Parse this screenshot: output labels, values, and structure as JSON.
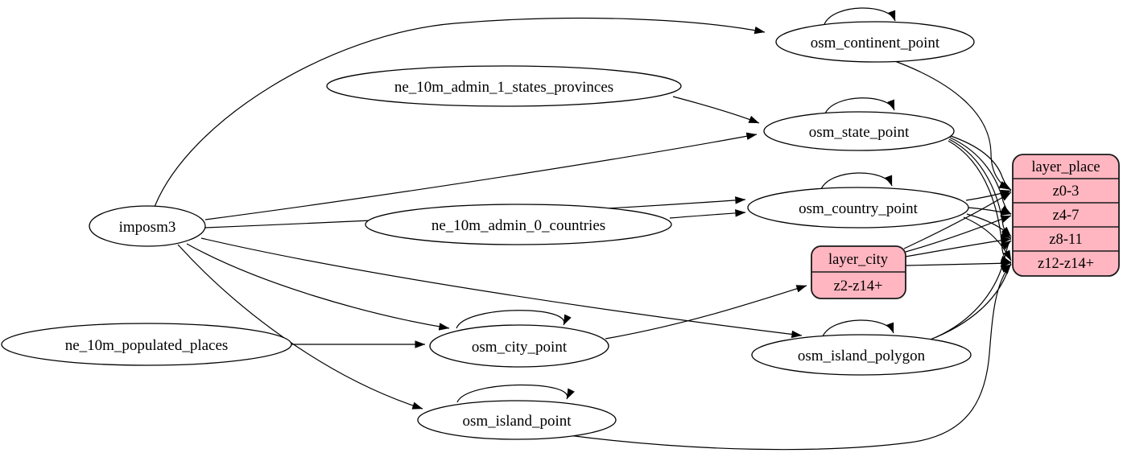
{
  "diagram": {
    "type": "graphviz-etl-graph",
    "colors": {
      "background": "#ffffff",
      "table_node_fill": "#ffffff",
      "layer_record_fill": "#ffb6c1",
      "stroke": "#000000",
      "text": "#000000"
    },
    "nodes": {
      "imposm3": "imposm3",
      "ne_10m_admin_1_states_provinces": "ne_10m_admin_1_states_provinces",
      "ne_10m_admin_0_countries": "ne_10m_admin_0_countries",
      "ne_10m_populated_places": "ne_10m_populated_places",
      "osm_continent_point": "osm_continent_point",
      "osm_state_point": "osm_state_point",
      "osm_country_point": "osm_country_point",
      "osm_city_point": "osm_city_point",
      "osm_island_polygon": "osm_island_polygon",
      "osm_island_point": "osm_island_point"
    },
    "records": {
      "layer_place": {
        "title": "layer_place",
        "rows": [
          "z0-3",
          "z4-7",
          "z8-11",
          "z12-z14+"
        ]
      },
      "layer_city": {
        "title": "layer_city",
        "rows": [
          "z2-z14+"
        ]
      }
    },
    "edges": [
      {
        "from": "imposm3",
        "to": "osm_continent_point"
      },
      {
        "from": "imposm3",
        "to": "osm_state_point"
      },
      {
        "from": "imposm3",
        "to": "osm_country_point"
      },
      {
        "from": "imposm3",
        "to": "osm_city_point"
      },
      {
        "from": "imposm3",
        "to": "osm_island_polygon"
      },
      {
        "from": "imposm3",
        "to": "osm_island_point"
      },
      {
        "from": "ne_10m_admin_1_states_provinces",
        "to": "osm_state_point"
      },
      {
        "from": "ne_10m_admin_0_countries",
        "to": "osm_country_point"
      },
      {
        "from": "ne_10m_populated_places",
        "to": "osm_city_point"
      },
      {
        "from": "osm_continent_point",
        "to": "osm_continent_point"
      },
      {
        "from": "osm_state_point",
        "to": "osm_state_point"
      },
      {
        "from": "osm_country_point",
        "to": "osm_country_point"
      },
      {
        "from": "osm_city_point",
        "to": "osm_city_point"
      },
      {
        "from": "osm_island_polygon",
        "to": "osm_island_polygon"
      },
      {
        "from": "osm_island_point",
        "to": "osm_island_point"
      },
      {
        "from": "osm_city_point",
        "to": "layer_city",
        "row": "z2-z14+"
      },
      {
        "from": "osm_continent_point",
        "to": "layer_place",
        "row": "z0-3"
      },
      {
        "from": "osm_state_point",
        "to": "layer_place",
        "row": "z0-3"
      },
      {
        "from": "osm_state_point",
        "to": "layer_place",
        "row": "z4-7"
      },
      {
        "from": "osm_state_point",
        "to": "layer_place",
        "row": "z8-11"
      },
      {
        "from": "osm_state_point",
        "to": "layer_place",
        "row": "z12-z14+"
      },
      {
        "from": "osm_country_point",
        "to": "layer_place",
        "row": "z0-3"
      },
      {
        "from": "osm_country_point",
        "to": "layer_place",
        "row": "z4-7"
      },
      {
        "from": "osm_country_point",
        "to": "layer_place",
        "row": "z8-11"
      },
      {
        "from": "osm_country_point",
        "to": "layer_place",
        "row": "z12-z14+"
      },
      {
        "from": "osm_island_polygon",
        "to": "layer_place",
        "row": "z8-11"
      },
      {
        "from": "osm_island_polygon",
        "to": "layer_place",
        "row": "z12-z14+"
      },
      {
        "from": "osm_island_point",
        "to": "layer_place",
        "row": "z12-z14+"
      },
      {
        "from": "layer_city",
        "to": "layer_place",
        "row": "z0-3"
      },
      {
        "from": "layer_city",
        "to": "layer_place",
        "row": "z4-7"
      },
      {
        "from": "layer_city",
        "to": "layer_place",
        "row": "z8-11"
      },
      {
        "from": "layer_city",
        "to": "layer_place",
        "row": "z12-z14+"
      }
    ]
  }
}
